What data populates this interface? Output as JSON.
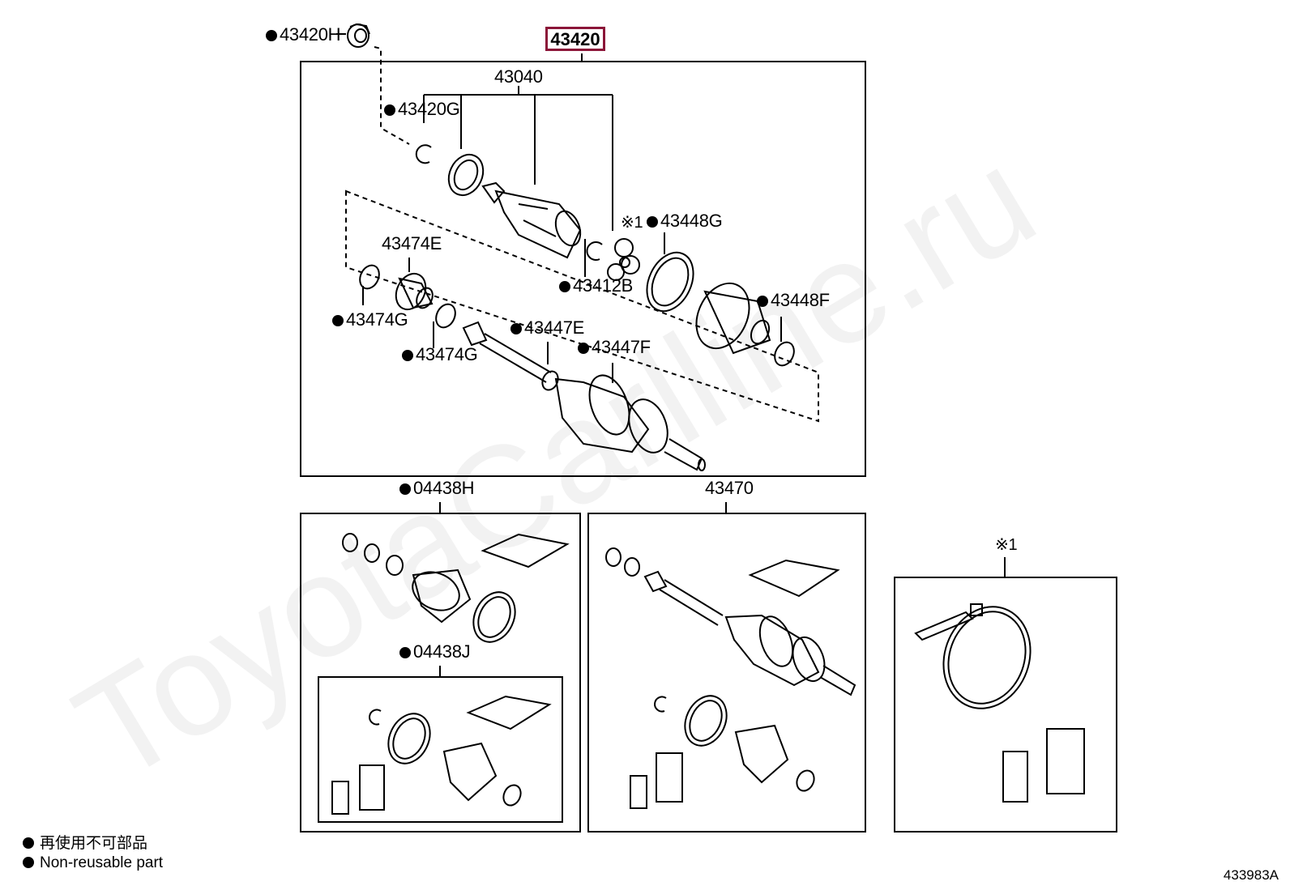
{
  "diagram": {
    "assembly_number": "43420",
    "labels": {
      "p43420H": "43420H",
      "p43040": "43040",
      "p43420G": "43420G",
      "p43448G": "43448G",
      "p43474E": "43474E",
      "p43412B": "43412B",
      "p43448F": "43448F",
      "p43474G_a": "43474G",
      "p43447E": "43447E",
      "p43474G_b": "43474G",
      "p43447F": "43447F",
      "p04438H": "04438H",
      "p43470": "43470",
      "p04438J": "04438J",
      "note_mark_a": "※1",
      "note_mark_b": "※1"
    },
    "legend": {
      "japanese": "再使用不可部品",
      "english": "Non-reusable part"
    },
    "figure_code": "433983A",
    "watermark": "ToyotaCarlline.ru"
  }
}
